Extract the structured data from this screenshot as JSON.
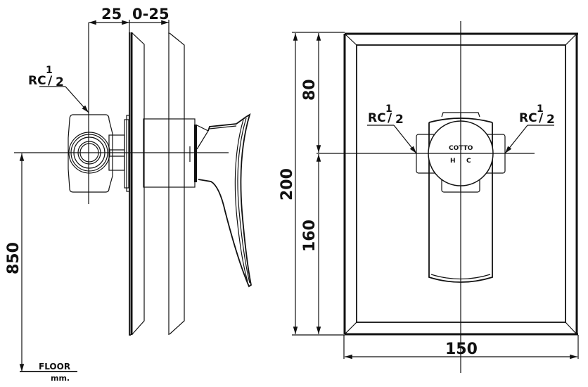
{
  "side_view": {
    "dim_top_left": "25",
    "dim_top_right": "0-25",
    "thread_label": {
      "prefix": "RC",
      "num": "1",
      "den": "2"
    },
    "height_dim": "850",
    "floor_label": "FLOOR",
    "unit_label": "mm."
  },
  "front_view": {
    "dim_upper": "80",
    "dim_lower": "160",
    "dim_total_height": "200",
    "dim_width": "150",
    "thread_label_left": {
      "prefix": "RC",
      "num": "1",
      "den": "2"
    },
    "thread_label_right": {
      "prefix": "RC",
      "num": "1",
      "den": "2"
    },
    "brand_mark": "COTTO",
    "hot_label": "H",
    "cold_label": "C"
  },
  "colors": {
    "line": "#111111",
    "background": "#ffffff"
  }
}
